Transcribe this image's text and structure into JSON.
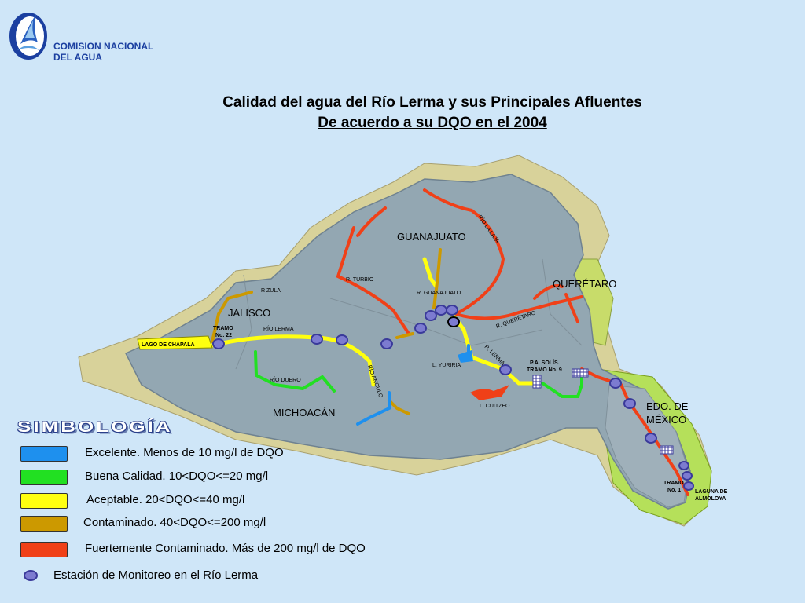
{
  "organization": {
    "line1": "COMISION NACIONAL",
    "line2": "DEL AGUA"
  },
  "title": {
    "line1": "Calidad del agua del Río Lerma y sus Principales Afluentes",
    "line2": "De acuerdo a su DQO en el 2004"
  },
  "map": {
    "states": [
      "GUANAJUATO",
      "JALISCO",
      "MICHOACÁN",
      "QUERÉTARO",
      "EDO. DE",
      "MÉXICO"
    ],
    "rivers": [
      "RÍO LA LAJA",
      "R. TURBIO",
      "R. GUANAJUATO",
      "R. QUERÉTARO",
      "R. LERMA",
      "R ZULA",
      "RÍO LERMA",
      "RÍO DUERO",
      "RÍO ANGULO"
    ],
    "lakes": [
      "LAGO DE CHAPALA",
      "L. YURIRIA",
      "L. CUITZEO",
      "LAGUNA DE",
      "ALMOLOYA"
    ],
    "points": [
      "TRAMO",
      "No. 22",
      "P.A. SOLÍS.",
      "TRAMO No. 9",
      "TRAMO",
      "No. 1"
    ]
  },
  "legend": {
    "heading": "SIMBOLOGÍA",
    "items": [
      {
        "color": "#1e90ee",
        "label": "Excelente. Menos de 10 mg/l de DQO"
      },
      {
        "color": "#22e022",
        "label": "Buena Calidad. 10<DQO<=20 mg/l"
      },
      {
        "color": "#ffff10",
        "label": "Aceptable. 20<DQO<=40 mg/l"
      },
      {
        "color": "#cc9900",
        "label": "Contaminado. 40<DQO<=200 mg/l"
      },
      {
        "color": "#f04018",
        "label": "Fuertemente Contaminado. Más de 200 mg/l de DQO"
      }
    ],
    "station_label": "Estación de Monitoreo en el Río Lerma"
  },
  "colors": {
    "background": "#cfe6f8",
    "land": "#93a7b2",
    "relief": "#d8d29a",
    "mexico_state": "#9ed23a",
    "station": "#7c7bd0",
    "title_org": "#1b3fa0"
  }
}
